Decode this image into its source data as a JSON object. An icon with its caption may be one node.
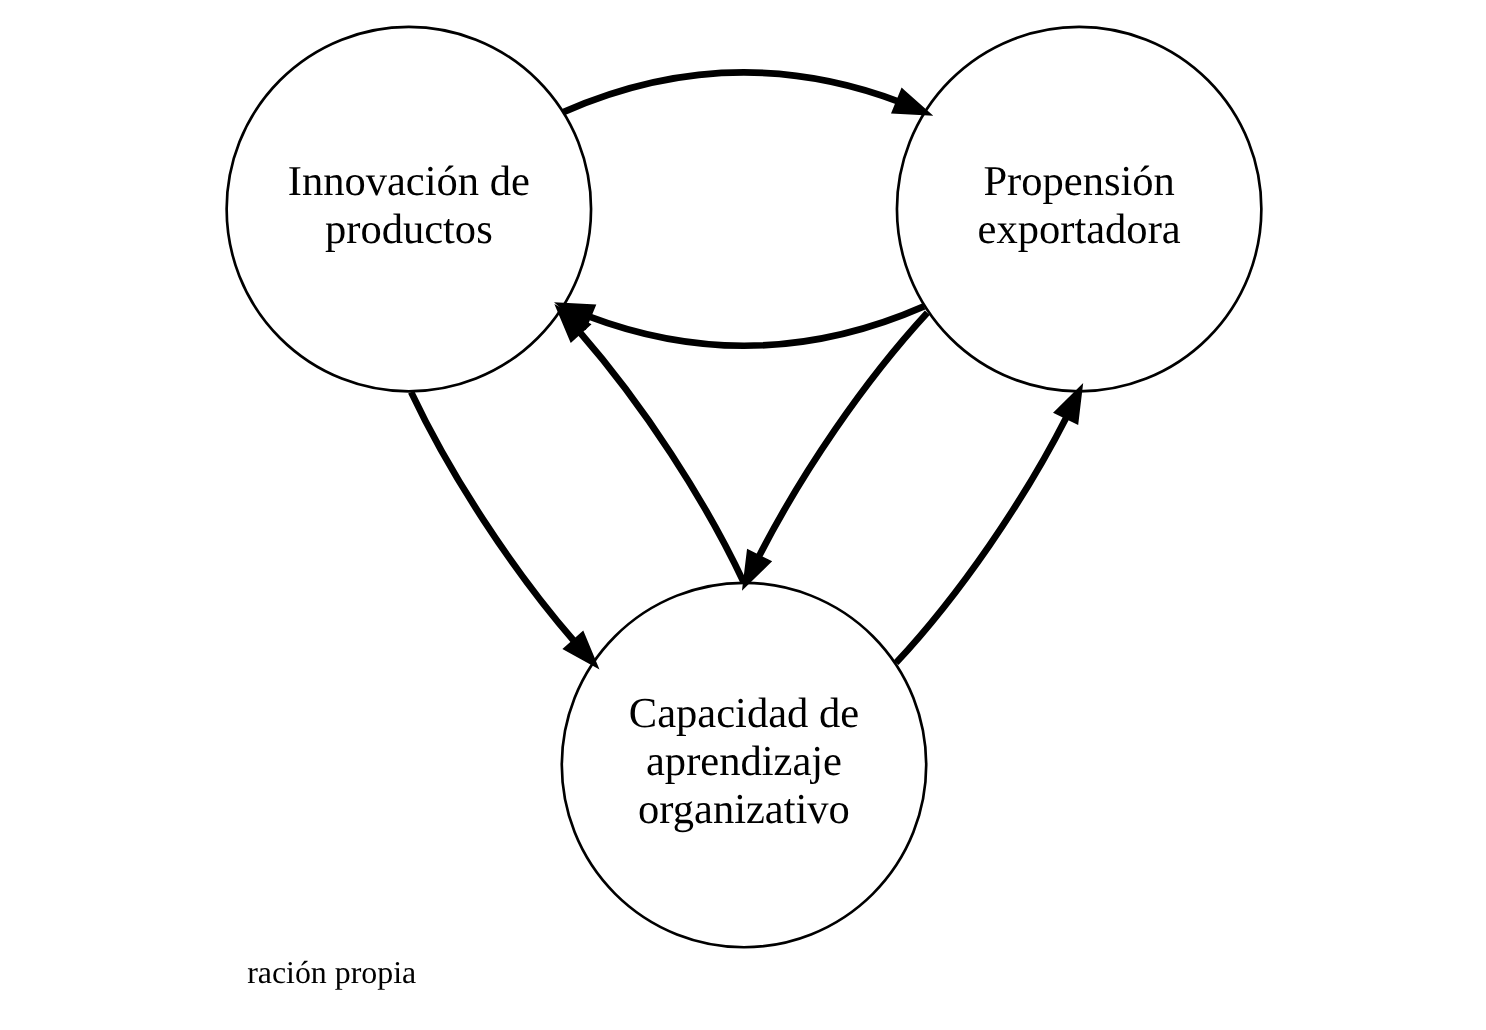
{
  "diagram": {
    "caption": "ración propia",
    "nodes": [
      {
        "text": [
          "Innovación de productos"
        ]
      },
      {
        "text": [
          "Propensión exportadora"
        ]
      },
      {
        "text": [
          "Capacidad de aprendizaje organizativo"
        ]
      }
    ],
    "edges": [
      {
        "from": 1,
        "to": 0,
        "arrow": "to"
      },
      {
        "from": 0,
        "to": 1,
        "arrow": "to"
      },
      {
        "from": 0,
        "to": 2,
        "arrow": "to"
      },
      {
        "from": 2,
        "to": 0,
        "arrow": "to"
      },
      {
        "from": 1,
        "to": 2,
        "arrow": "to"
      },
      {
        "from": 2,
        "to": 1,
        "arrow": "to"
      }
    ]
  }
}
